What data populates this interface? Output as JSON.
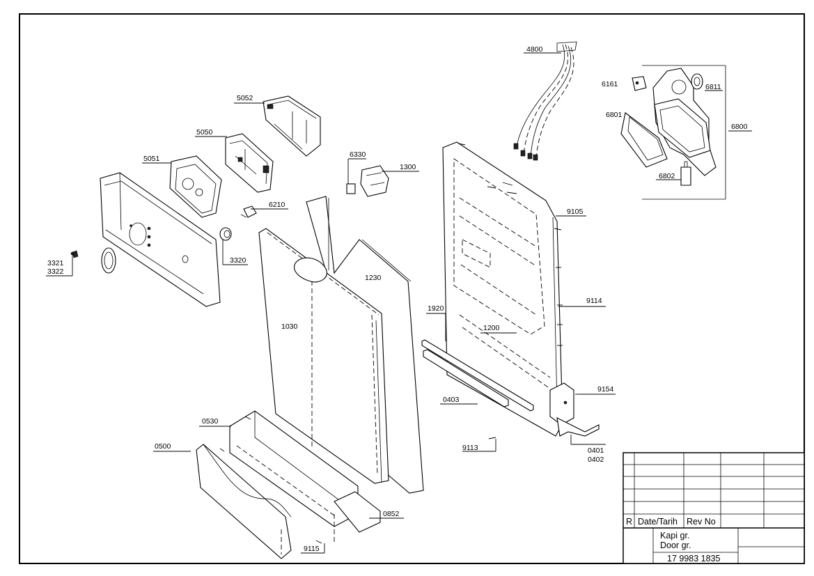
{
  "parts": {
    "p4800": "4800",
    "p6161": "6161",
    "p6811": "6811",
    "p6801": "6801",
    "p6800": "6800",
    "p6802": "6802",
    "p5052": "5052",
    "p5050": "5050",
    "p5051": "5051",
    "p6330": "6330",
    "p1300": "1300",
    "p6210": "6210",
    "p9105": "9105",
    "p3321": "3321",
    "p3322": "3322",
    "p3320": "3320",
    "p1230": "1230",
    "p1030": "1030",
    "p1920": "1920",
    "p9114": "9114",
    "p1200": "1200",
    "p9154": "9154",
    "p0403": "0403",
    "p0530": "0530",
    "p0500": "0500",
    "p9113": "9113",
    "p0401": "0401",
    "p0402": "0402",
    "p0852": "0852",
    "p9115": "9115"
  },
  "title_block": {
    "rev_r": "R",
    "rev_date": "Date/Tarih",
    "rev_no": "Rev No",
    "name_tr": "Kapi gr.",
    "name_en": "Door gr.",
    "number": "17 9983 1835"
  }
}
